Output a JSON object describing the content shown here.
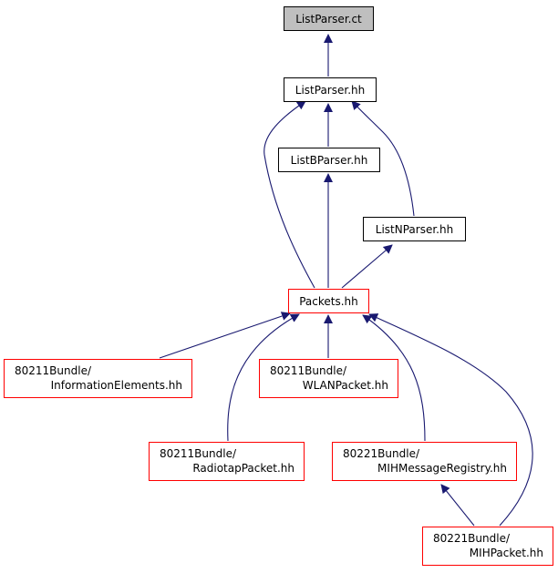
{
  "colors": {
    "edge": "#191970",
    "border_default": "#000000",
    "border_link": "#ff0000",
    "root_fill": "#bfbfbf"
  },
  "nodes": {
    "listparser_ct": {
      "label": "ListParser.ct"
    },
    "listparser_hh": {
      "label": "ListParser.hh"
    },
    "listbparser_hh": {
      "label": "ListBParser.hh"
    },
    "listnparser_hh": {
      "label": "ListNParser.hh"
    },
    "packets_hh": {
      "label": "Packets.hh"
    },
    "informationelements": {
      "line1": "80211Bundle/",
      "line2": "InformationElements.hh"
    },
    "wlanpacket": {
      "line1": "80211Bundle/",
      "line2": "WLANPacket.hh"
    },
    "radiotappacket": {
      "line1": "80211Bundle/",
      "line2": "RadiotapPacket.hh"
    },
    "mihmessageregistry": {
      "line1": "80221Bundle/",
      "line2": "MIHMessageRegistry.hh"
    },
    "mihpacket": {
      "line1": "80221Bundle/",
      "line2": "MIHPacket.hh"
    }
  }
}
